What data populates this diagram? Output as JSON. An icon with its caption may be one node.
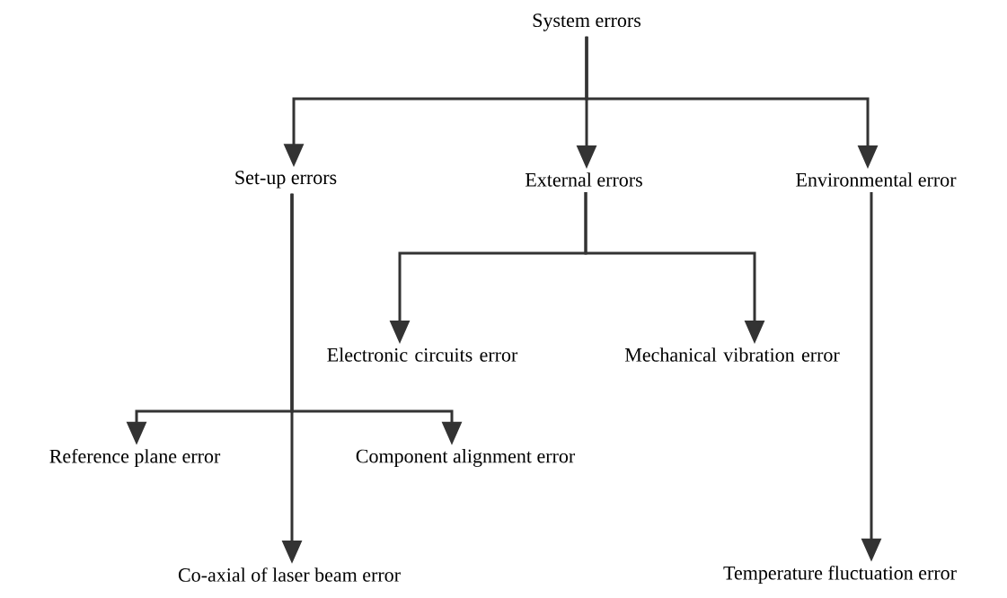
{
  "diagram": {
    "nodes": [
      {
        "text": [
          "System errors"
        ]
      },
      {
        "text": [
          "Set-up errors"
        ]
      },
      {
        "text": [
          "External errors"
        ]
      },
      {
        "text": [
          "Environmental error"
        ]
      },
      {
        "text": [
          "Electronic circuits error"
        ]
      },
      {
        "text": [
          "Mechanical vibration error"
        ]
      },
      {
        "text": [
          "Reference plane error"
        ]
      },
      {
        "text": [
          "Component alignment error"
        ]
      },
      {
        "text": [
          "Co-axial of laser beam error"
        ]
      },
      {
        "text": [
          "Temperature fluctuation error"
        ]
      }
    ],
    "edges": [
      {
        "from": 0,
        "to": 1,
        "arrow": "to"
      },
      {
        "from": 0,
        "to": 2,
        "arrow": "to"
      },
      {
        "from": 0,
        "to": 3,
        "arrow": "to"
      },
      {
        "from": 2,
        "to": 4,
        "arrow": "to"
      },
      {
        "from": 2,
        "to": 5,
        "arrow": "to"
      },
      {
        "from": 1,
        "to": 6,
        "arrow": "to"
      },
      {
        "from": 1,
        "to": 7,
        "arrow": "to"
      },
      {
        "from": 1,
        "to": 8,
        "arrow": "to"
      },
      {
        "from": 3,
        "to": 9,
        "arrow": "to"
      }
    ]
  }
}
